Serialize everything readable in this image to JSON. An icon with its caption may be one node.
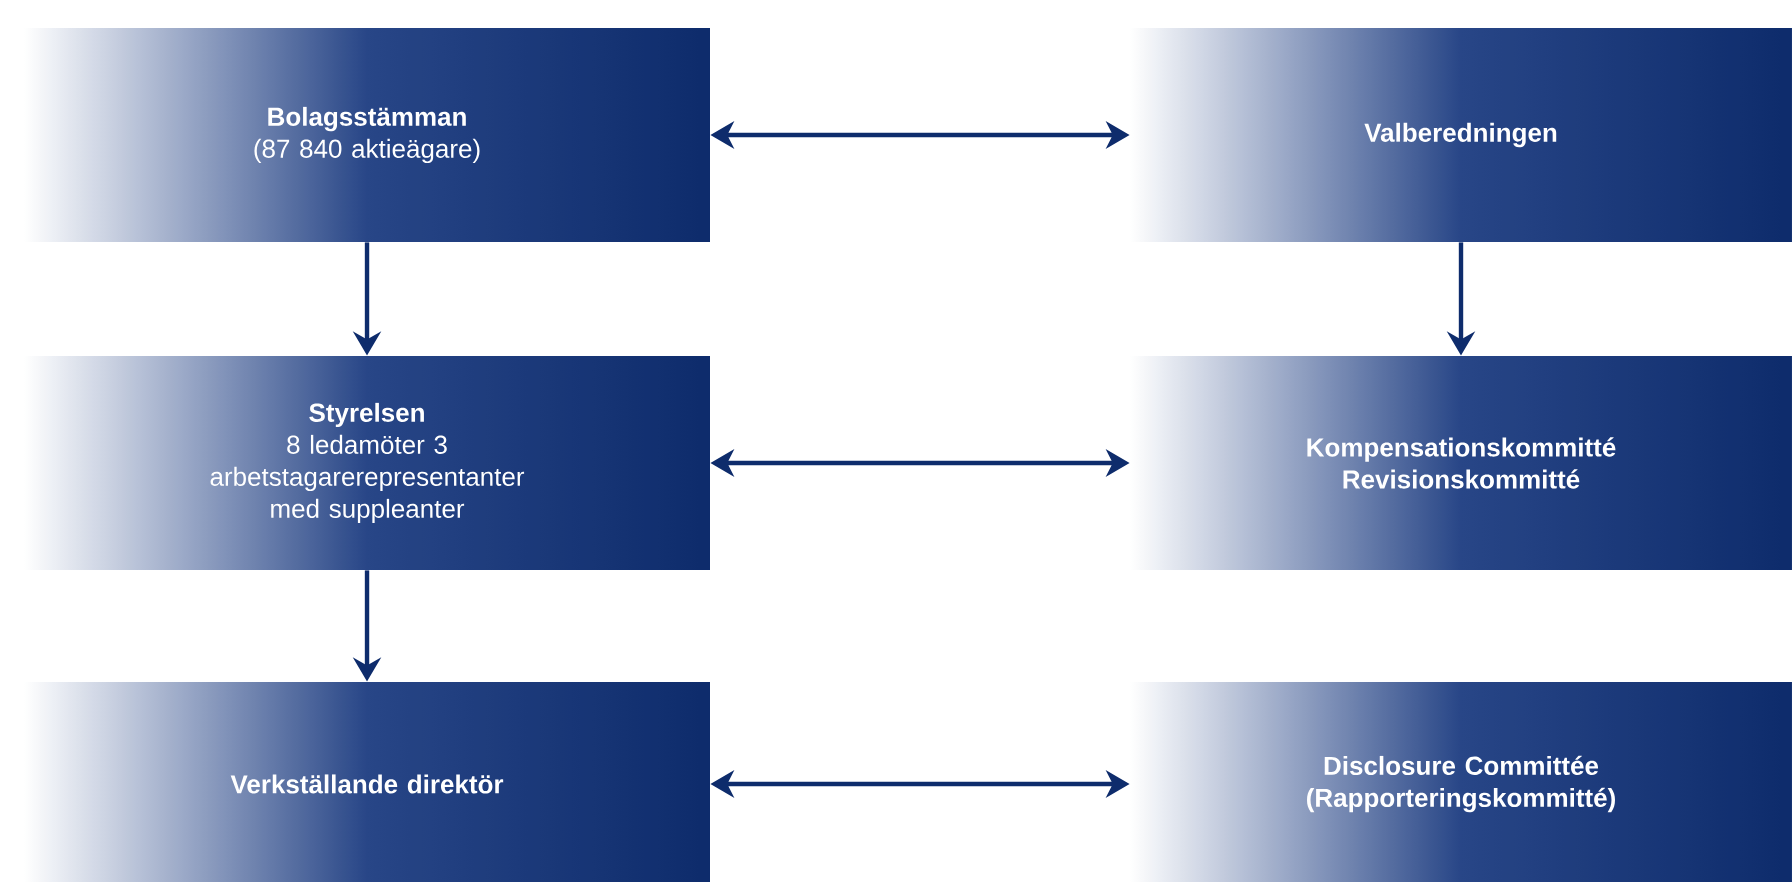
{
  "diagram": {
    "nodes": [
      {
        "text": [
          "Bolagsstämman",
          "(87 840 aktieägare)"
        ]
      },
      {
        "text": [
          "Valberedningen"
        ]
      },
      {
        "text": [
          "Styrelsen",
          "8 ledamöter 3 arbetstagarerepresentanter med suppleanter"
        ]
      },
      {
        "text": [
          "Kompensationskommitté Revisionskommitté"
        ]
      },
      {
        "text": [
          "Verkställande direktör"
        ]
      },
      {
        "text": [
          "Disclosure Committée (Rapporteringskommitté)"
        ]
      }
    ],
    "edges": [
      {
        "from": 0,
        "to": 1,
        "arrow": "both"
      },
      {
        "from": 0,
        "to": 2,
        "arrow": "to"
      },
      {
        "from": 1,
        "to": 3,
        "arrow": "to"
      },
      {
        "from": 2,
        "to": 3,
        "arrow": "both"
      },
      {
        "from": 2,
        "to": 4,
        "arrow": "to"
      },
      {
        "from": 4,
        "to": 5,
        "arrow": "both"
      }
    ]
  }
}
